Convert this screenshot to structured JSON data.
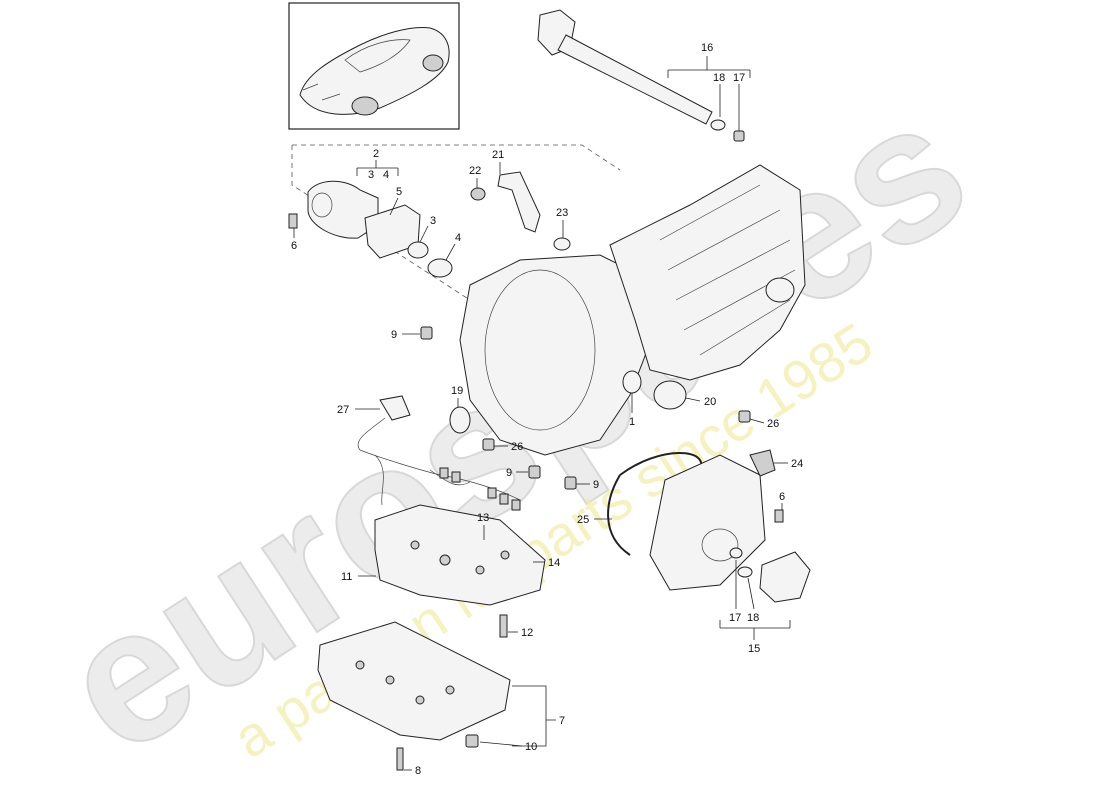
{
  "watermark": {
    "logo_text": "eurospares",
    "tagline": "a passion for parts since 1985"
  },
  "callouts": {
    "c1": "1",
    "c2": "2",
    "c3a": "3",
    "c4a": "4",
    "c3b": "3",
    "c4b": "4",
    "c5": "5",
    "c6a": "6",
    "c6b": "6",
    "c7": "7",
    "c8": "8",
    "c9a": "9",
    "c9b": "9",
    "c9c": "9",
    "c10": "10",
    "c11": "11",
    "c12": "12",
    "c13": "13",
    "c14": "14",
    "c15": "15",
    "c16": "16",
    "c17a": "17",
    "c17b": "17",
    "c18a": "18",
    "c18b": "18",
    "c19": "19",
    "c20": "20",
    "c21": "21",
    "c22": "22",
    "c23": "23",
    "c24": "24",
    "c25": "25",
    "c26a": "26",
    "c26b": "26",
    "c27": "27"
  },
  "colors": {
    "line": "#222222",
    "watermark_logo": "#ececec",
    "watermark_tagline": "#f2eeaa"
  }
}
